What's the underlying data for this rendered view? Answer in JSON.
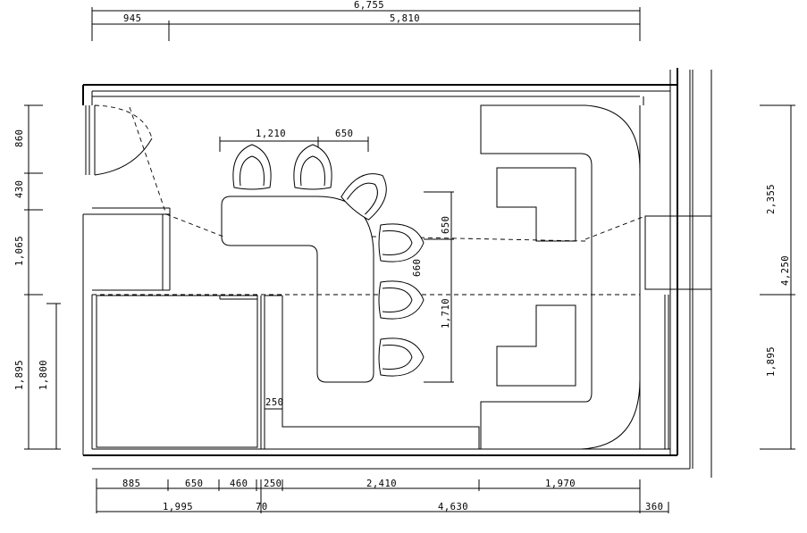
{
  "dimensions": {
    "top_total": "6,755",
    "top_left": "945",
    "top_right": "5,810",
    "counter_width": "1,210",
    "counter_step": "650",
    "counter_arm_depth": "650",
    "seat_spacing": "660",
    "counter_length": "1,710",
    "left_860": "860",
    "left_430": "430",
    "left_1065": "1,065",
    "left_1895": "1,895",
    "left_1800": "1,800",
    "right_2355": "2,355",
    "right_4250": "4,250",
    "right_1895": "1,895",
    "bottom_885": "885",
    "bottom_650": "650",
    "bottom_460": "460",
    "bottom_250": "250",
    "bottom_2410": "2,410",
    "bottom_1970": "1,970",
    "bottom2_1995": "1,995",
    "bottom2_70": "70",
    "bottom2_4630": "4,630",
    "bottom2_360": "360",
    "inner_250": "250"
  }
}
